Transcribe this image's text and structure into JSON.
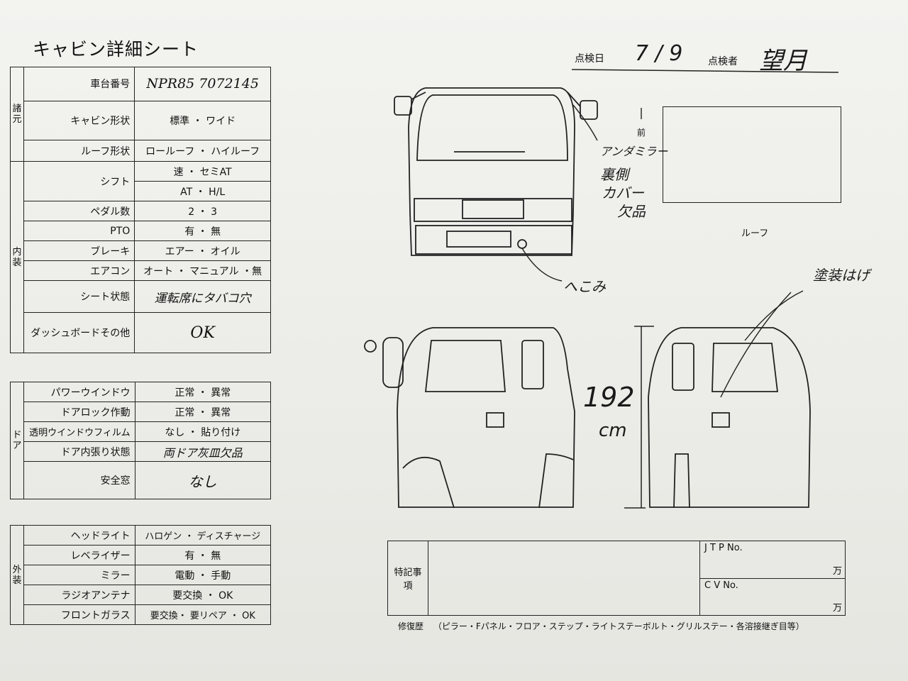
{
  "title": "キャビン詳細シート",
  "header": {
    "date_label": "点検日",
    "date_value": "7 / 9",
    "inspector_label": "点検者",
    "inspector_value": "望月"
  },
  "spec": {
    "group": "諸元",
    "rows": [
      {
        "label": "車台番号",
        "value": "NPR85 7072145"
      },
      {
        "label": "キャビン形状",
        "value": "標準 ・ ワイド"
      },
      {
        "label": "ルーフ形状",
        "value": "ロールーフ ・ ハイルーフ"
      }
    ]
  },
  "interior": {
    "group": "内装",
    "rows": [
      {
        "label": "シフト",
        "value": "速 ・ セミAT",
        "value2": "AT ・ H/L"
      },
      {
        "label": "ペダル数",
        "value": "2 ・ 3"
      },
      {
        "label": "PTO",
        "value": "有 ・ 無"
      },
      {
        "label": "ブレーキ",
        "value": "エアー ・ オイル"
      },
      {
        "label": "エアコン",
        "value": "オート ・ マニュアル ・無"
      },
      {
        "label": "シート状態",
        "value": "運転席にタバコ穴"
      },
      {
        "label": "ダッシュボードその他",
        "value": "OK"
      }
    ]
  },
  "door": {
    "group": "ドア",
    "rows": [
      {
        "label": "パワーウインドウ",
        "value": "正常 ・ 異常"
      },
      {
        "label": "ドアロック作動",
        "value": "正常 ・ 異常"
      },
      {
        "label": "透明ウインドウフィルム",
        "value": "なし ・ 貼り付け"
      },
      {
        "label": "ドア内張り状態",
        "value": "両ドア灰皿欠品"
      },
      {
        "label": "安全窓",
        "value": "なし"
      }
    ]
  },
  "exterior": {
    "group": "外装",
    "rows": [
      {
        "label": "ヘッドライト",
        "value": "ハロゲン ・ ディスチャージ"
      },
      {
        "label": "レベライザー",
        "value": "有 ・ 無"
      },
      {
        "label": "ミラー",
        "value": "電動 ・ 手動"
      },
      {
        "label": "ラジオアンテナ",
        "value": "要交換 ・ OK"
      },
      {
        "label": "フロントガラス",
        "value": "要交換・ 要リペア ・ OK"
      }
    ]
  },
  "annotations": {
    "front_arrow": "前",
    "under_mirror": "アンダミラー",
    "cover_note_1": "裏側",
    "cover_note_2": "カバー",
    "cover_note_3": "欠品",
    "dent": "へこみ",
    "paint": "塗装はげ",
    "height_value": "192",
    "height_unit": "cm",
    "roof_label": "ルーフ"
  },
  "notes": {
    "special_label": "特記事項",
    "jtp_label": "J T P No.",
    "cv_label": "C V No.",
    "man_1": "万",
    "man_2": "万",
    "repair_label": "修復歴",
    "repair_items": "（ピラー・Fパネル・フロア・ステップ・ライトステーボルト・グリルステー・各溶接継ぎ目等）"
  }
}
